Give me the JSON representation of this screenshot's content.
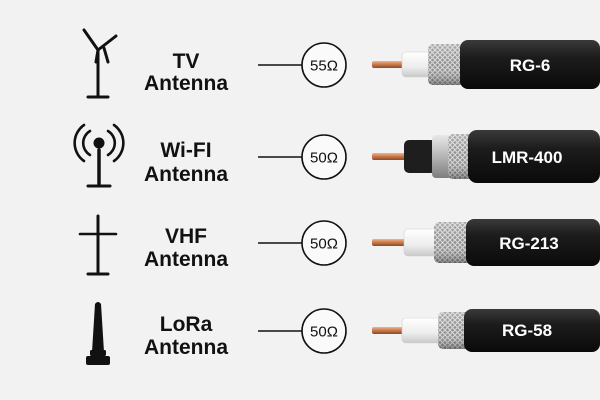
{
  "rows": [
    {
      "antenna_line1": "TV",
      "antenna_line2": "Antenna",
      "antenna_icon": "tv-antenna-icon",
      "impedance": "55Ω",
      "cable_label": "RG-6"
    },
    {
      "antenna_line1": "Wi-FI",
      "antenna_line2": "Antenna",
      "antenna_icon": "wifi-antenna-icon",
      "impedance": "50Ω",
      "cable_label": "LMR-400"
    },
    {
      "antenna_line1": "VHF",
      "antenna_line2": "Antenna",
      "antenna_icon": "vhf-antenna-icon",
      "impedance": "50Ω",
      "cable_label": "RG-213"
    },
    {
      "antenna_line1": "LoRa",
      "antenna_line2": "Antenna",
      "antenna_icon": "lora-antenna-icon",
      "impedance": "50Ω",
      "cable_label": "RG-58"
    }
  ],
  "colors": {
    "background": "#f2f2f2",
    "ink": "#111111",
    "cable_jacket": "#1a1a1a",
    "braid": "#9a9a9a",
    "insulator": "#f4f4f4",
    "copper": "#c87a4f"
  }
}
